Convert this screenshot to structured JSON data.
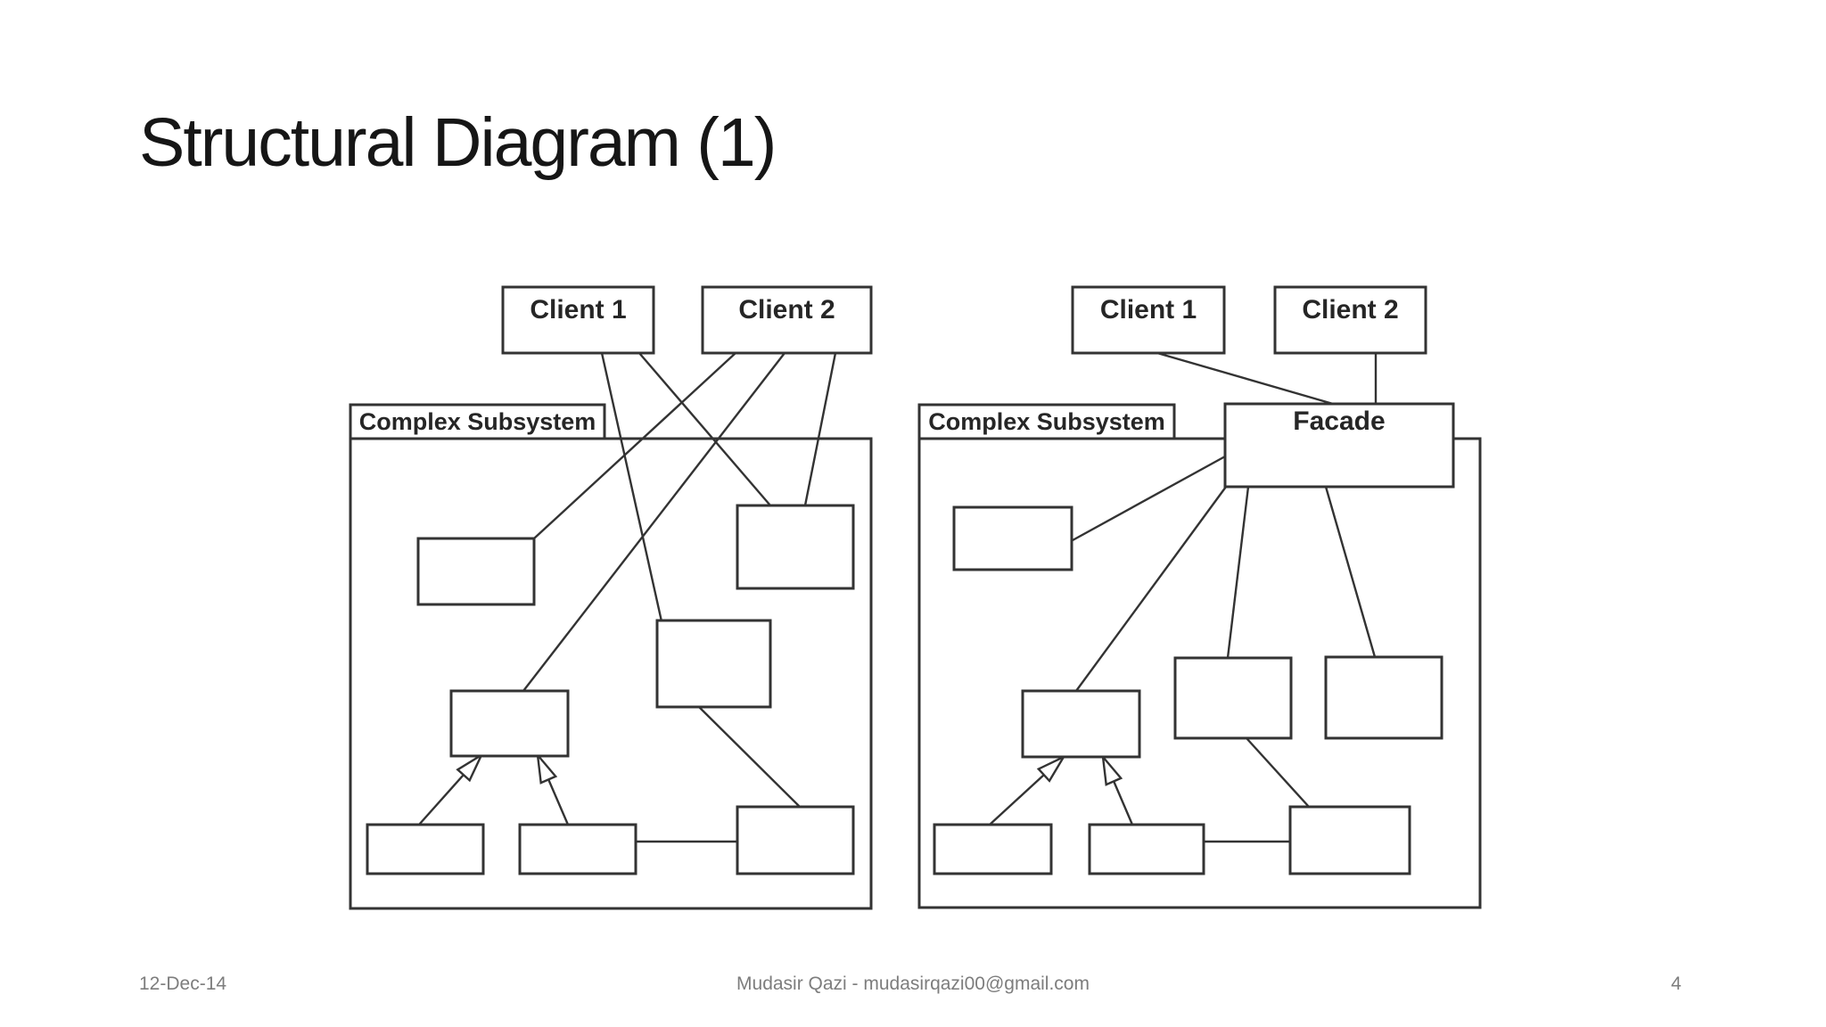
{
  "slide": {
    "title": "Structural Diagram (1)",
    "background_color": "#ffffff",
    "footer": {
      "date": "12-Dec-14",
      "author": "Mudasir Qazi - mudasirqazi00@gmail.com",
      "page_number": "4"
    }
  },
  "diagram": {
    "line_color": "#333333",
    "text_color": "#262626",
    "left": {
      "client1_label": "Client 1",
      "client2_label": "Client 2",
      "subsystem_label": "Complex Subsystem"
    },
    "right": {
      "client1_label": "Client 1",
      "client2_label": "Client 2",
      "subsystem_label": "Complex Subsystem",
      "facade_label": "Facade"
    }
  }
}
